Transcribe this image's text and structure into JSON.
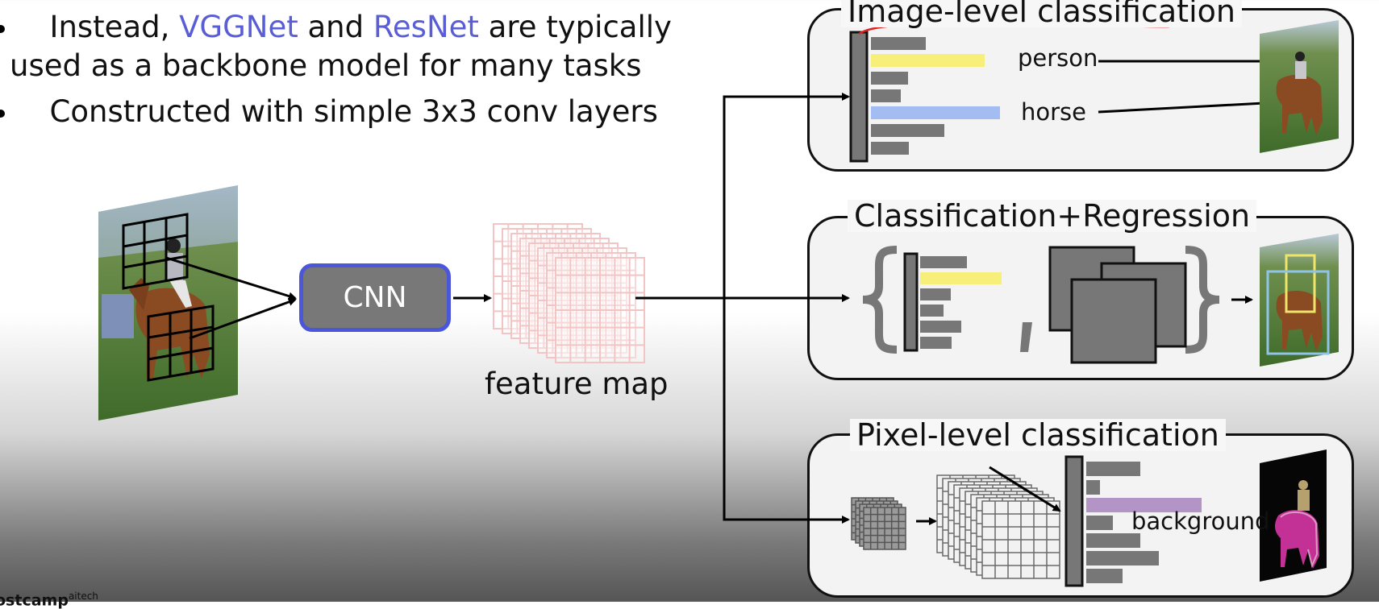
{
  "bullets": {
    "line1_pre": "Instead, ",
    "vggnet": "VGGNet",
    "line1_mid": " and ",
    "resnet": "ResNet",
    "line1_post": " are typically",
    "line2": "used as a backbone model for many tasks",
    "line3": "Constructed with simple 3x3 conv layers"
  },
  "cnn_label": "CNN",
  "feature_map_label": "feature map",
  "panels": {
    "image_level": {
      "title": "Image-level classification",
      "labels": [
        "person",
        "horse"
      ]
    },
    "cls_reg": {
      "title": "Classification+Regression"
    },
    "pixel_level": {
      "title": "Pixel-level classification",
      "labels": [
        "background"
      ]
    }
  },
  "logo": {
    "main": "ostcamp",
    "sub": "aitech"
  },
  "colors": {
    "accent_blue": "#5a5ed6",
    "cnn_border": "#4c56d8",
    "bar_yellow": "#f7ef7a",
    "bar_blue": "#a3bdf3",
    "bar_purple": "#b394c7",
    "feature_pink": "#f2c4c4",
    "underline_red": "#e02020"
  }
}
